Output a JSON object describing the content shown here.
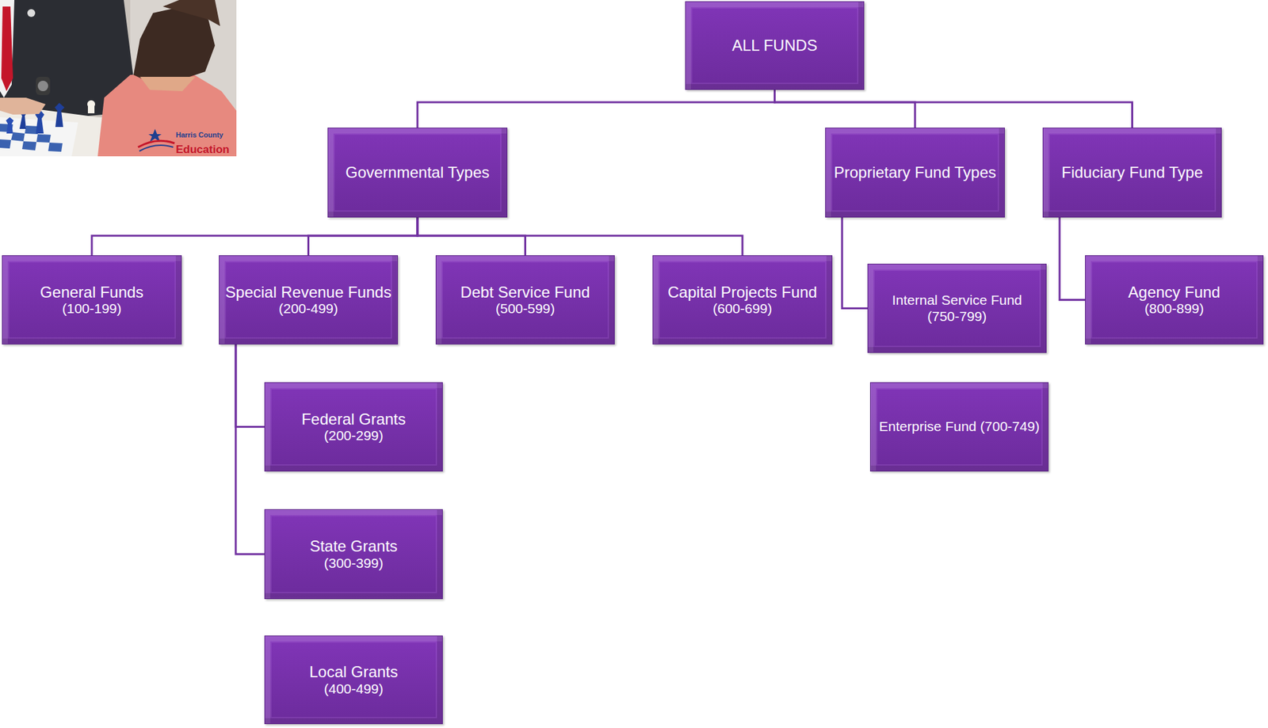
{
  "diagram": {
    "nodes": [
      {
        "text": [
          "ALL FUNDS"
        ]
      },
      {
        "text": [
          "Governmental Types"
        ]
      },
      {
        "text": [
          "Proprietary Fund Types"
        ]
      },
      {
        "text": [
          "Fiduciary Fund Type"
        ]
      },
      {
        "text": [
          "General Funds",
          "(100-199)"
        ]
      },
      {
        "text": [
          "Special Revenue Funds",
          "(200-499)"
        ]
      },
      {
        "text": [
          "Debt Service Fund",
          "(500-599)"
        ]
      },
      {
        "text": [
          "Capital Projects Fund",
          "(600-699)"
        ]
      },
      {
        "text": [
          "Internal Service Fund",
          "(750-799)"
        ]
      },
      {
        "text": [
          "Agency Fund",
          "(800-899)"
        ]
      },
      {
        "text": [
          "Federal Grants",
          "(200-299)"
        ]
      },
      {
        "text": [
          "State Grants",
          "(300-399)"
        ]
      },
      {
        "text": [
          "Local Grants",
          "(400-499)"
        ]
      },
      {
        "text": [
          "Enterprise Fund (700-749)"
        ]
      }
    ],
    "edges": [
      {
        "from": 0,
        "to": 1,
        "arrow": "none"
      },
      {
        "from": 0,
        "to": 2,
        "arrow": "none"
      },
      {
        "from": 0,
        "to": 3,
        "arrow": "none"
      },
      {
        "from": 1,
        "to": 4,
        "arrow": "none"
      },
      {
        "from": 1,
        "to": 5,
        "arrow": "none"
      },
      {
        "from": 1,
        "to": 6,
        "arrow": "none"
      },
      {
        "from": 1,
        "to": 7,
        "arrow": "none"
      },
      {
        "from": 5,
        "to": 10,
        "arrow": "none"
      },
      {
        "from": 5,
        "to": 11,
        "arrow": "none"
      },
      {
        "from": 2,
        "to": 8,
        "arrow": "none"
      },
      {
        "from": 3,
        "to": 9,
        "arrow": "none"
      }
    ],
    "labels": [
      "Harris County",
      "Education"
    ]
  }
}
